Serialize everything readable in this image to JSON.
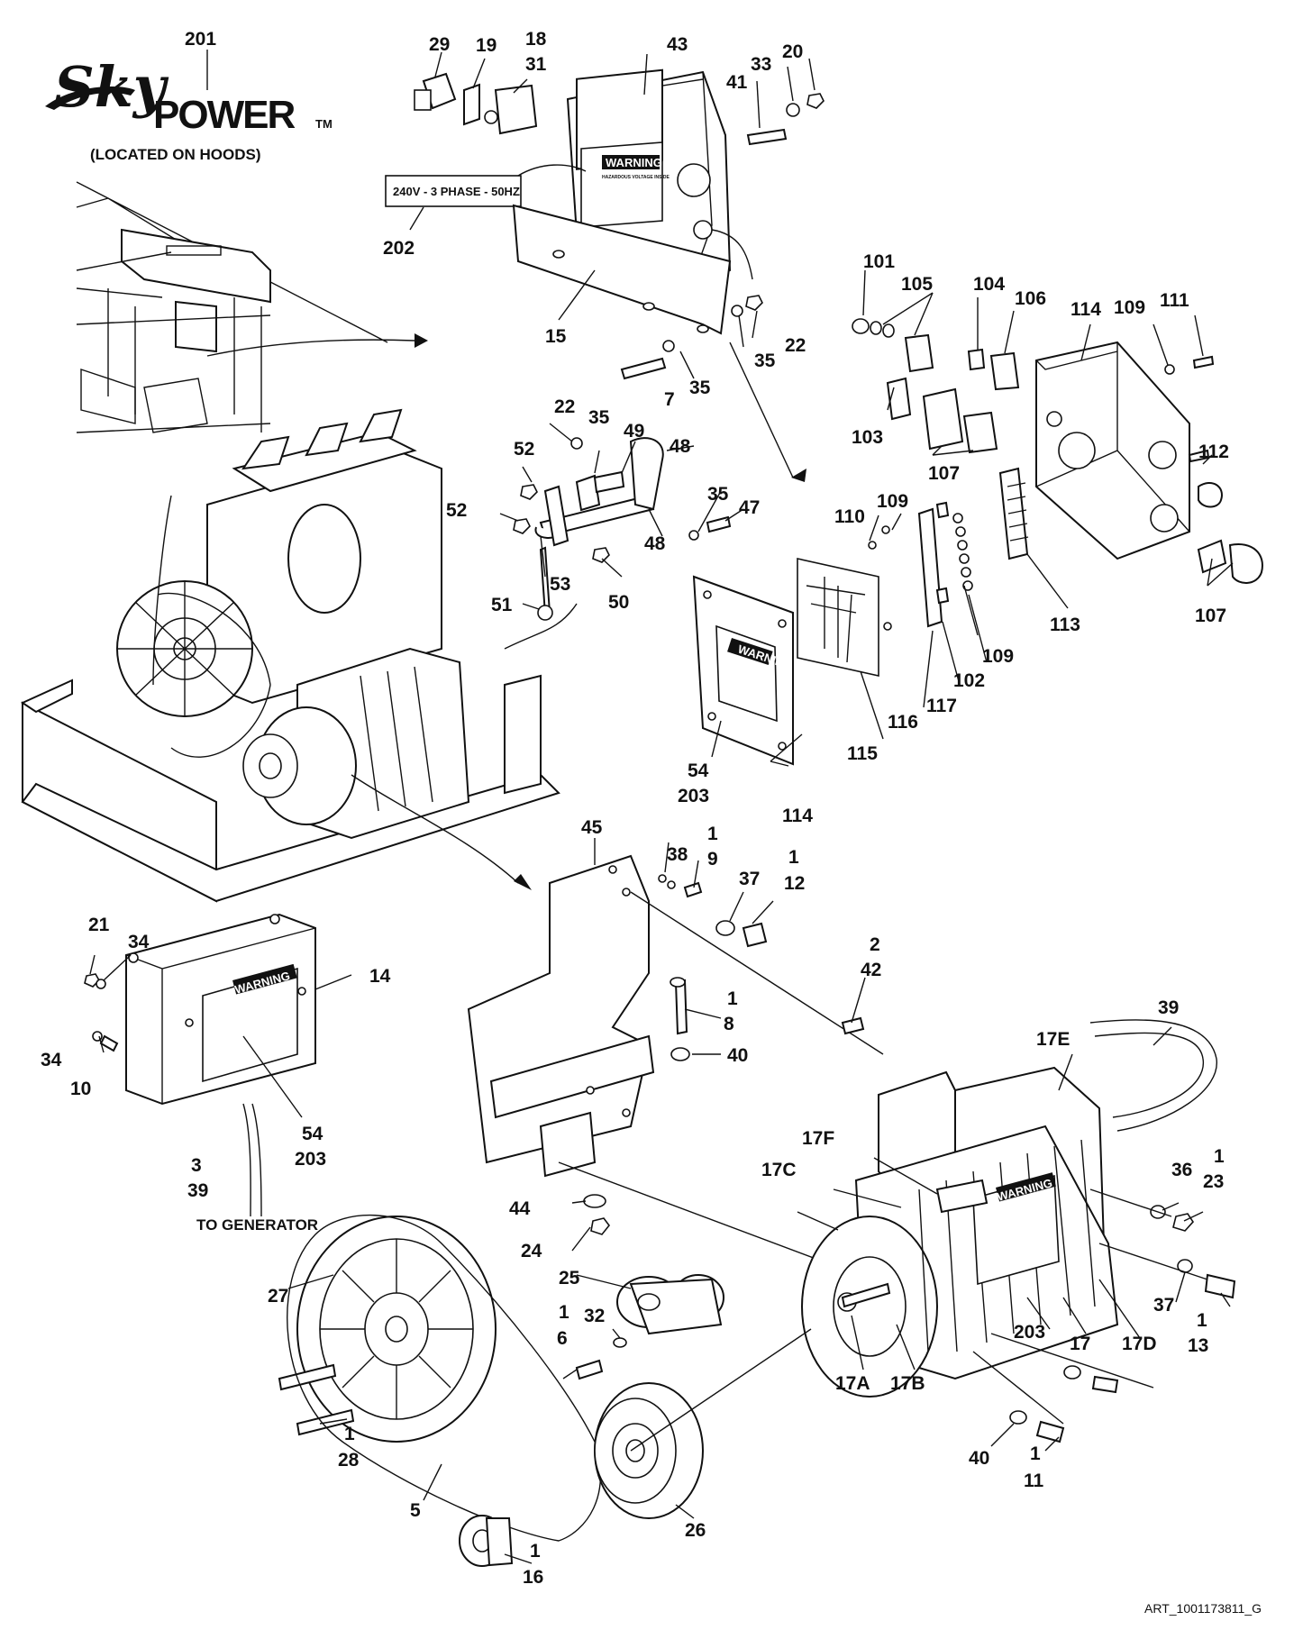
{
  "logo": {
    "sky": "Sky",
    "power": "POWER",
    "tm": "TM"
  },
  "captions": {
    "logo_location": "(LOCATED ON HOODS)",
    "decal_text": "240V - 3 PHASE - 50HZ",
    "to_generator": "TO GENERATOR",
    "art_number": "ART_1001173811_G"
  },
  "warning_labels": {
    "heading": "WARNING",
    "subtext": "HAZARDOUS VOLTAGE INSIDE"
  },
  "callouts": [
    "201",
    "29",
    "19",
    "18",
    "31",
    "43",
    "33",
    "20",
    "41",
    "202",
    "15",
    "35",
    "22",
    "7",
    "35",
    "101",
    "105",
    "104",
    "106",
    "114",
    "109",
    "111",
    "103",
    "107",
    "112",
    "22",
    "35",
    "49",
    "48",
    "52",
    "52",
    "48",
    "35",
    "47",
    "53",
    "51",
    "50",
    "110",
    "109",
    "113",
    "109",
    "102",
    "117",
    "116",
    "115",
    "107",
    "54",
    "203",
    "114",
    "45",
    "38",
    "1",
    "9",
    "1",
    "12",
    "37",
    "2",
    "42",
    "21",
    "34",
    "14",
    "34",
    "10",
    "54",
    "203",
    "3",
    "39",
    "1",
    "8",
    "40",
    "39",
    "17E",
    "17F",
    "17C",
    "44",
    "24",
    "1",
    "23",
    "36",
    "25",
    "27",
    "1",
    "6",
    "32",
    "203",
    "17",
    "17D",
    "37",
    "1",
    "13",
    "17A",
    "17B",
    "1",
    "28",
    "5",
    "26",
    "40",
    "1",
    "11",
    "1",
    "16"
  ]
}
